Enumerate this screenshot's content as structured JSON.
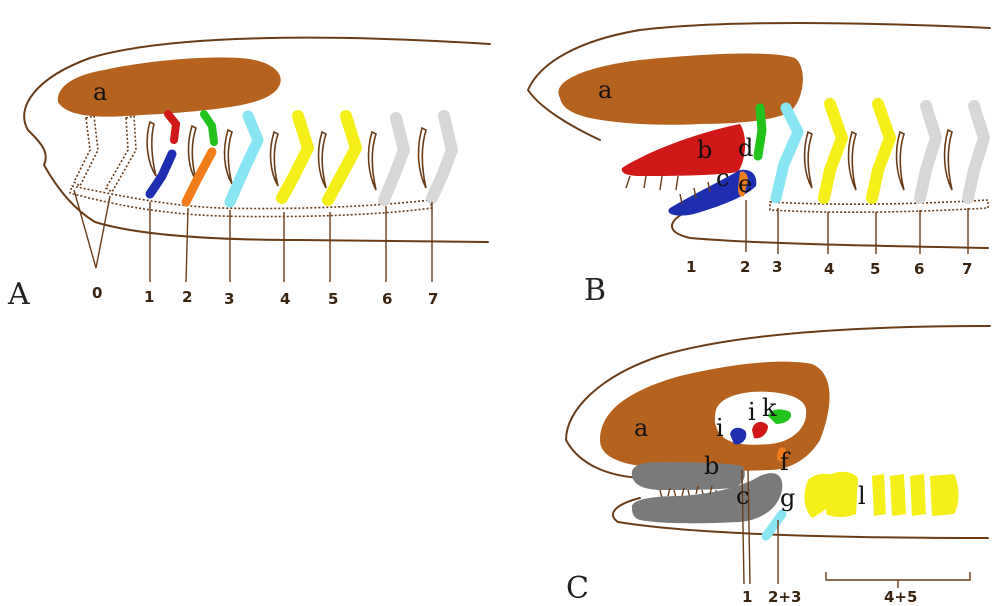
{
  "colors": {
    "outline": "#6a3d18",
    "cranium": "#b5621f",
    "arch_1_upper": "#d01818",
    "arch_1_lower": "#1d2fb0",
    "arch_2_upper": "#22c41c",
    "arch_2_lower": "#f07c1a",
    "arch_3": "#88e6f4",
    "arch_4_5": "#f5ee18",
    "arch_6_7": "#d7d7d7",
    "jaw_C": "#7a7a7a"
  },
  "panels": [
    {
      "id": "A",
      "label": "A",
      "arch_numbers": [
        "0",
        "1",
        "2",
        "3",
        "4",
        "5",
        "6",
        "7"
      ],
      "parts": [
        "a"
      ]
    },
    {
      "id": "B",
      "label": "B",
      "arch_numbers": [
        "1",
        "2",
        "3",
        "4",
        "5",
        "6",
        "7"
      ],
      "parts": [
        "a",
        "b",
        "c",
        "d",
        "e"
      ]
    },
    {
      "id": "C",
      "label": "C",
      "arch_numbers": [
        "1",
        "2+3",
        "4+5"
      ],
      "parts": [
        "a",
        "b",
        "c",
        "f",
        "g",
        "i",
        "i",
        "k",
        "l"
      ]
    }
  ]
}
